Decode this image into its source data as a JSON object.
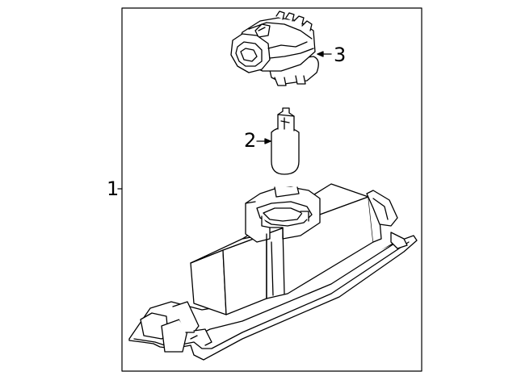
{
  "colors": {
    "line": "#000000",
    "fill": "#ffffff",
    "background": "#ffffff"
  },
  "callouts": [
    {
      "label": "1"
    },
    {
      "label": "2"
    },
    {
      "label": "3"
    }
  ]
}
